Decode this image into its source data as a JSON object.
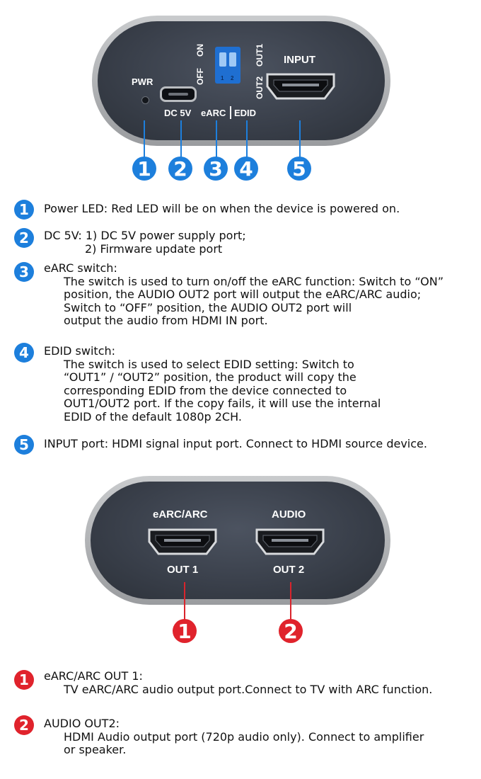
{
  "colors": {
    "blue_badge": "#1d7fdc",
    "red_badge": "#e0232c",
    "blue_line": "#1d7fdc",
    "red_line": "#d9242c"
  },
  "panel1": {
    "labels": {
      "pwr": "PWR",
      "dc5v": "DC 5V",
      "earc": "eARC",
      "edid": "EDID",
      "input": "INPUT",
      "off": "OFF",
      "on": "ON",
      "out1": "OUT1",
      "out2": "OUT2",
      "dip_1": "1",
      "dip_2": "2"
    },
    "callouts": [
      "1",
      "2",
      "3",
      "4",
      "5"
    ]
  },
  "items1": [
    {
      "num": "1",
      "lines": [
        "Power LED: Red LED will be on when the device is powered on."
      ]
    },
    {
      "num": "2",
      "lines": [
        "DC 5V: 1) DC 5V power supply port;",
        "2) Firmware update port"
      ]
    },
    {
      "num": "3",
      "lines": [
        "eARC switch:",
        "The switch is used to turn on/off the eARC function: Switch to “ON”",
        "position, the AUDIO OUT2 port  will output the eARC/ARC audio;",
        "Switch to “OFF” position, the AUDIO OUT2 port will",
        "output the audio from HDMI IN port."
      ]
    },
    {
      "num": "4",
      "lines": [
        "EDID switch:",
        "The switch is used to select EDID setting: Switch to",
        "“OUT1” / “OUT2” position, the product will copy the",
        "corresponding EDID from the device connected to",
        "OUT1/OUT2 port. If the copy fails, it will use the internal",
        "EDID of the default 1080p 2CH."
      ]
    },
    {
      "num": "5",
      "lines": [
        "INPUT port: HDMI signal input port. Connect to HDMI source device."
      ]
    }
  ],
  "panel2": {
    "labels": {
      "earc_arc": "eARC/ARC",
      "audio": "AUDIO",
      "out1": "OUT 1",
      "out2": "OUT 2"
    },
    "callouts": [
      "1",
      "2"
    ]
  },
  "items2": [
    {
      "num": "1",
      "lines": [
        "eARC/ARC OUT 1:",
        "TV eARC/ARC audio output port.Connect to TV with ARC function."
      ]
    },
    {
      "num": "2",
      "lines": [
        "AUDIO OUT2:",
        "HDMI Audio output port (720p audio only). Connect to amplifier",
        "or speaker."
      ]
    }
  ]
}
